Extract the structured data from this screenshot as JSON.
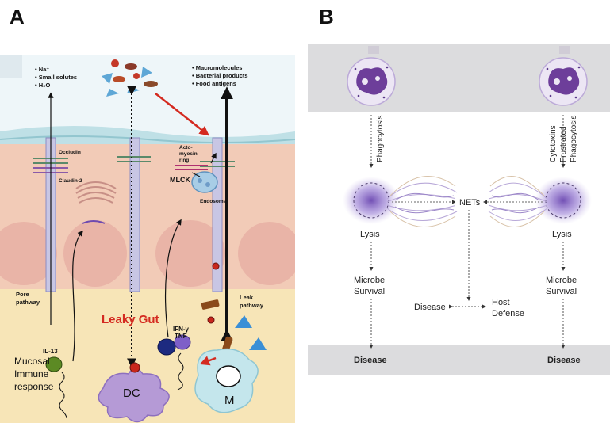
{
  "figure": {
    "panel_a_letter": "A",
    "panel_b_letter": "B"
  },
  "panel_a": {
    "lumen_left_items": [
      "• Na⁺",
      "• Small solutes",
      "• H₂O"
    ],
    "lumen_right_items": [
      "• Macromolecules",
      "• Bacterial products",
      "• Food antigens"
    ],
    "occludin": "Occludin",
    "claudin": "Claudin-2",
    "actomyosin_line1": "Acto-",
    "actomyosin_line2": "myosin",
    "actomyosin_line3": "ring",
    "mlck": "MLCK",
    "endosome": "Endosome",
    "pore_line1": "Pore",
    "pore_line2": "pathway",
    "leak_line1": "Leak",
    "leak_line2": "pathway",
    "leaky_gut": "Leaky Gut",
    "ifn": "IFN-γ",
    "tnf": "TNF",
    "il13": "IL-13",
    "mucosal_line1": "Mucosal",
    "mucosal_line2": "Immune",
    "mucosal_line3": "response",
    "dc": "DC",
    "m": "M",
    "colors": {
      "red": "#d42a20",
      "lamina": "#f6e3b4",
      "cell": "#f0c9b5"
    }
  },
  "panel_b": {
    "phagocytosis": "Phagocytosis",
    "cytotoxins": "Cytotoxins",
    "frustrated": "Frustrated",
    "frustrated_phago": "Phagocytosis",
    "nets": "NETs",
    "lysis_left": "Lysis",
    "lysis_right": "Lysis",
    "microbe_left_1": "Microbe",
    "microbe_left_2": "Survival",
    "microbe_right_1": "Microbe",
    "microbe_right_2": "Survival",
    "disease_mid": "Disease",
    "host_1": "Host",
    "host_2": "Defense",
    "disease_left": "Disease",
    "disease_right": "Disease",
    "colors": {
      "band": "#dcdcde",
      "neutrophil": "#7b4fa0"
    }
  }
}
